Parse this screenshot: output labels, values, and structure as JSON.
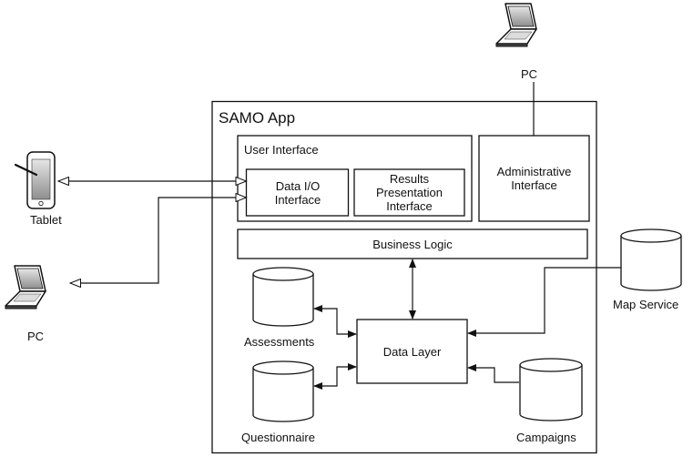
{
  "app": {
    "title": "SAMO App"
  },
  "user_interface": {
    "title": "User Interface",
    "data_io": "Data I/O\nInterface",
    "results": "Results\nPresentation\nInterface"
  },
  "admin_interface": "Administrative\nInterface",
  "business_logic": "Business Logic",
  "data_layer": "Data Layer",
  "databases": {
    "assessments": "Assessments",
    "questionnaire": "Questionnaire",
    "campaigns": "Campaigns"
  },
  "external": {
    "map_service": "Map Service",
    "tablet": "Tablet",
    "pc_left": "PC",
    "pc_top": "PC"
  },
  "icons": [
    "laptop-icon",
    "tablet-icon",
    "database-icon"
  ]
}
